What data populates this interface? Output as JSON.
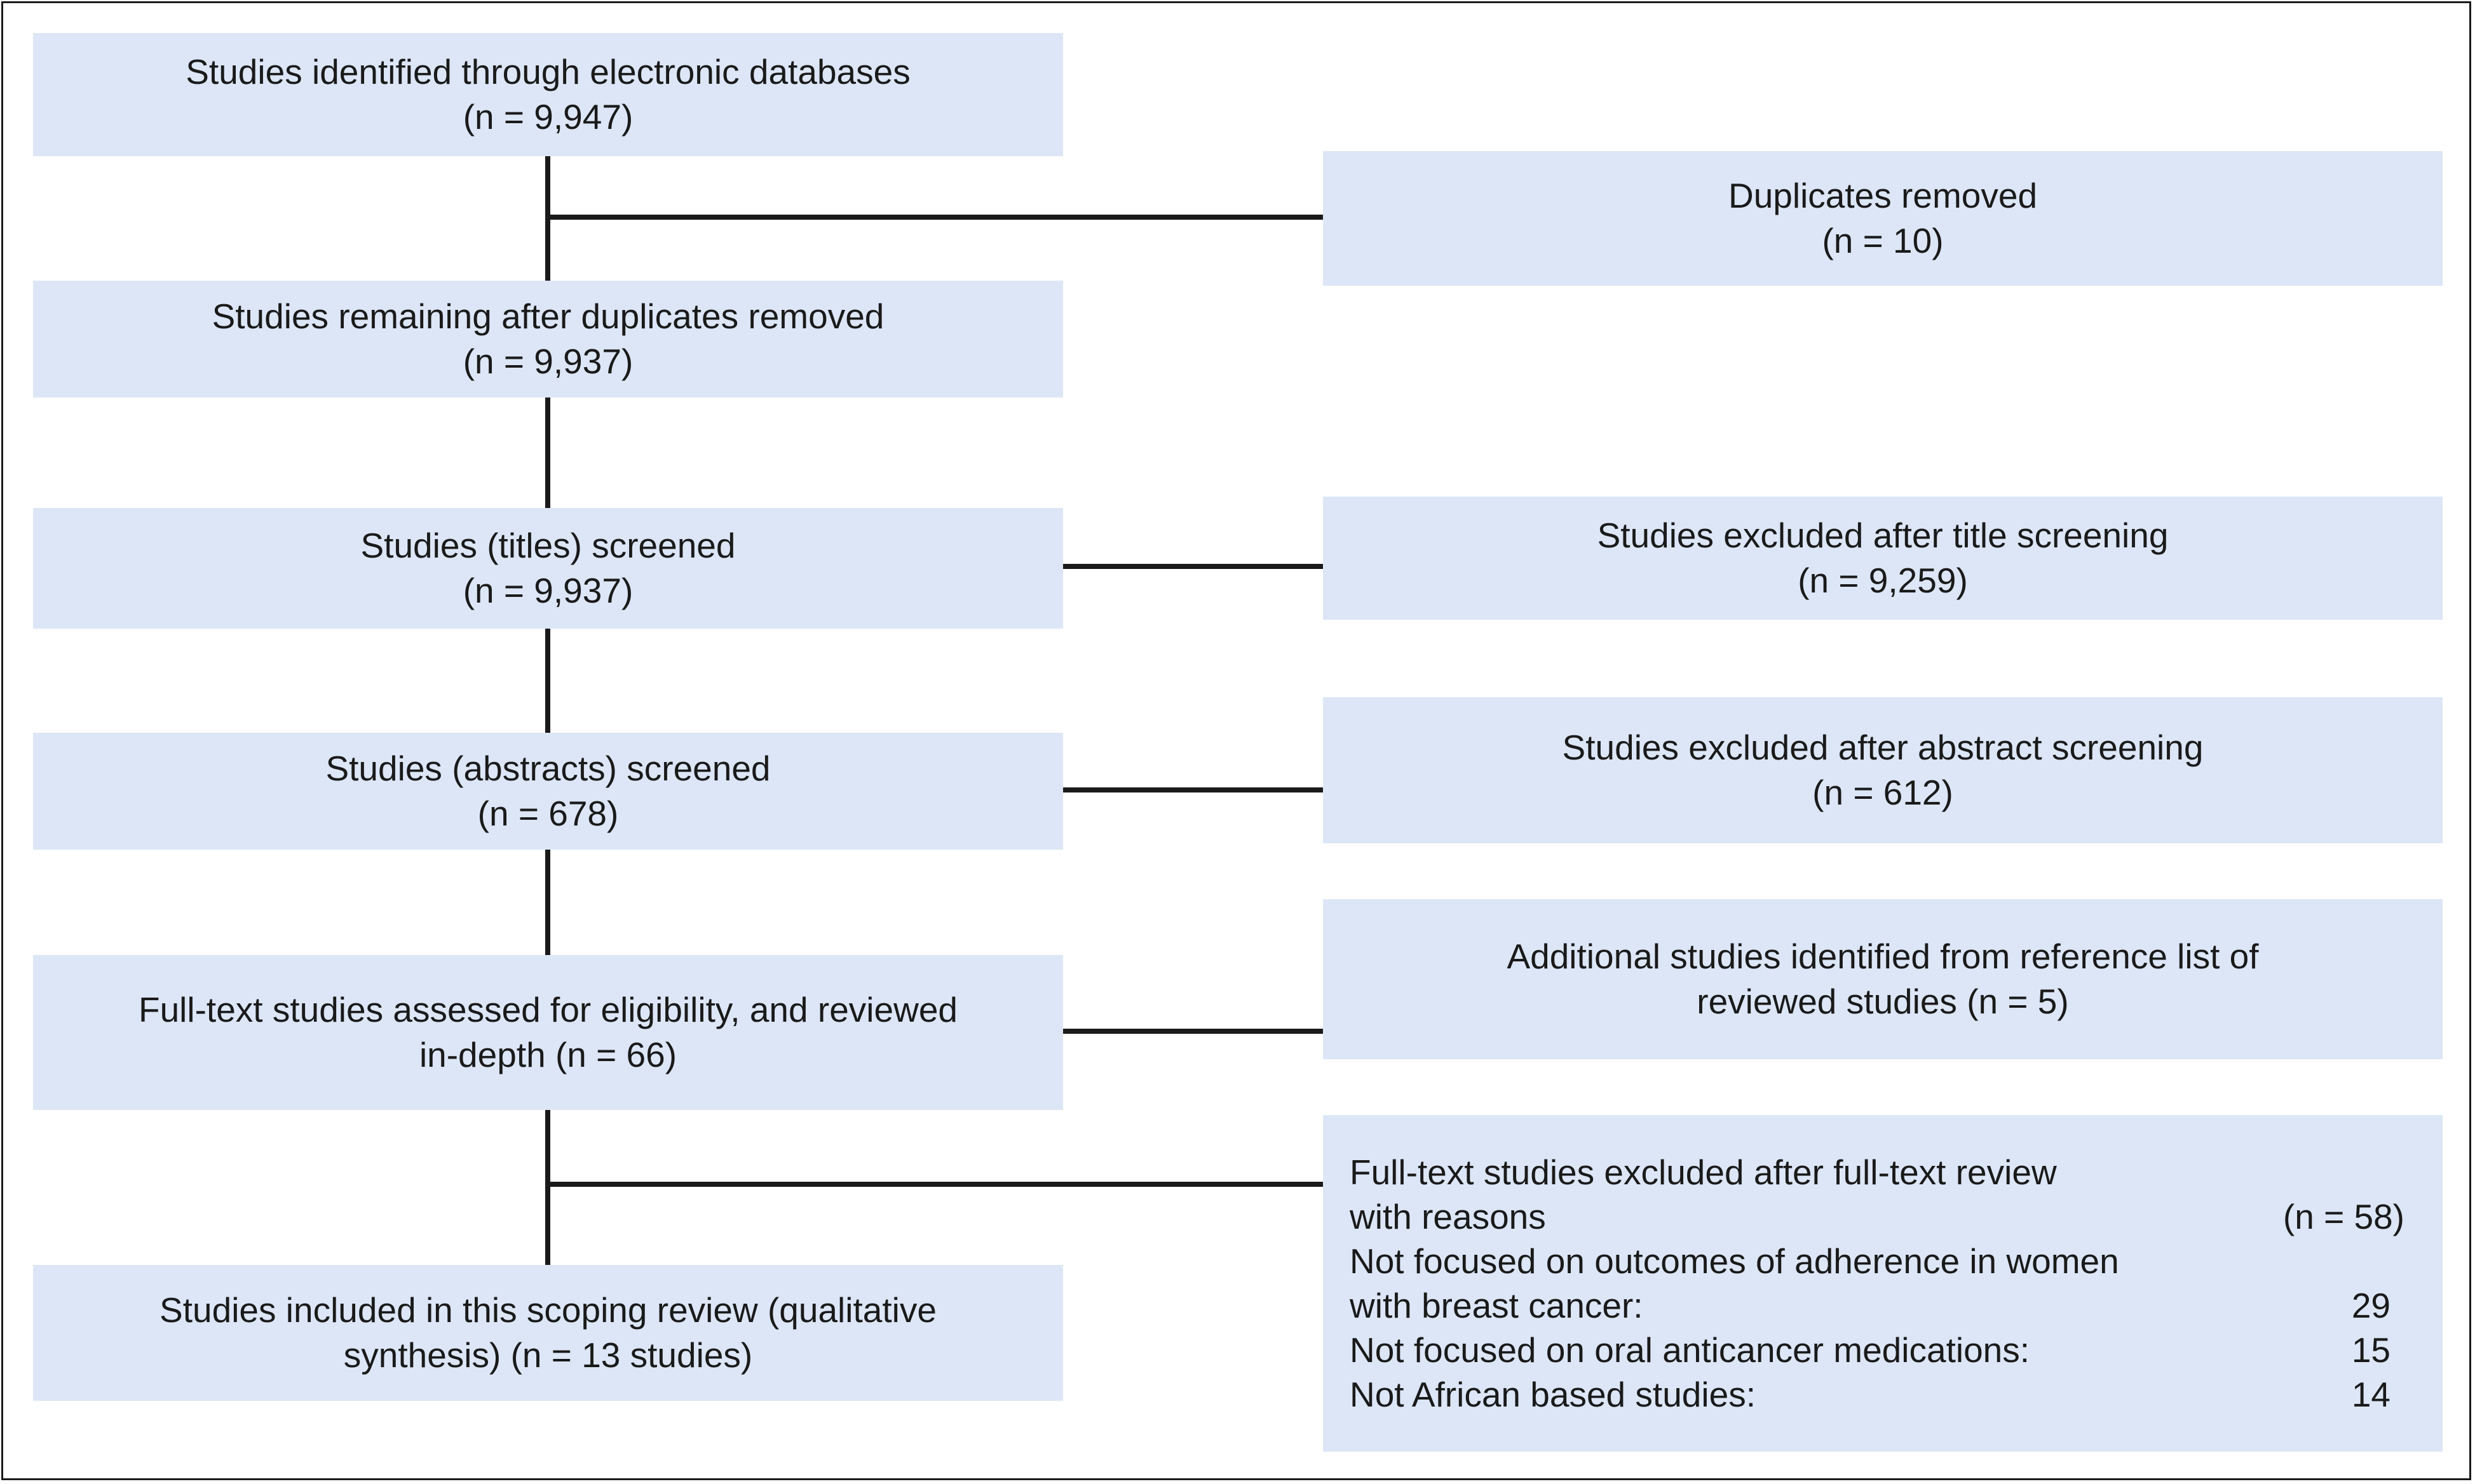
{
  "boxes": {
    "identified": {
      "line1": "Studies identified through electronic databases",
      "line2": "(n = 9,947)"
    },
    "duplicates": {
      "line1": "Duplicates removed",
      "line2": "(n = 10)"
    },
    "remaining": {
      "line1": "Studies remaining after duplicates removed",
      "line2": "(n = 9,937)"
    },
    "titles": {
      "line1": "Studies (titles) screened",
      "line2": "(n = 9,937)"
    },
    "excluded_title": {
      "line1": "Studies excluded after title screening",
      "line2": "(n = 9,259)"
    },
    "abstracts": {
      "line1": "Studies (abstracts) screened",
      "line2": "(n = 678)"
    },
    "excluded_abstract": {
      "line1": "Studies excluded after abstract screening",
      "line2": "(n = 612)"
    },
    "fulltext": {
      "line1": "Full-text studies assessed for eligibility, and reviewed",
      "line2": "in-depth (n = 66)"
    },
    "additional": {
      "line1": "Additional studies identified from reference list of",
      "line2": "reviewed studies (n = 5)"
    },
    "included": {
      "line1": "Studies included in this scoping review (qualitative",
      "line2": "synthesis) (n = 13 studies)"
    },
    "excluded_fulltext": {
      "heading1": "Full-text studies excluded after full-text review",
      "heading2": "with reasons",
      "total": "(n = 58)",
      "reason1a": "Not focused on outcomes of adherence in women",
      "reason1b": "with breast cancer:",
      "reason1_n": "29",
      "reason2": "Not focused on oral anticancer medications:",
      "reason2_n": "15",
      "reason3": "Not African based studies:",
      "reason3_n": "14"
    }
  },
  "colors": {
    "box_fill": "#dce6f6",
    "line": "#1a1a1a"
  }
}
